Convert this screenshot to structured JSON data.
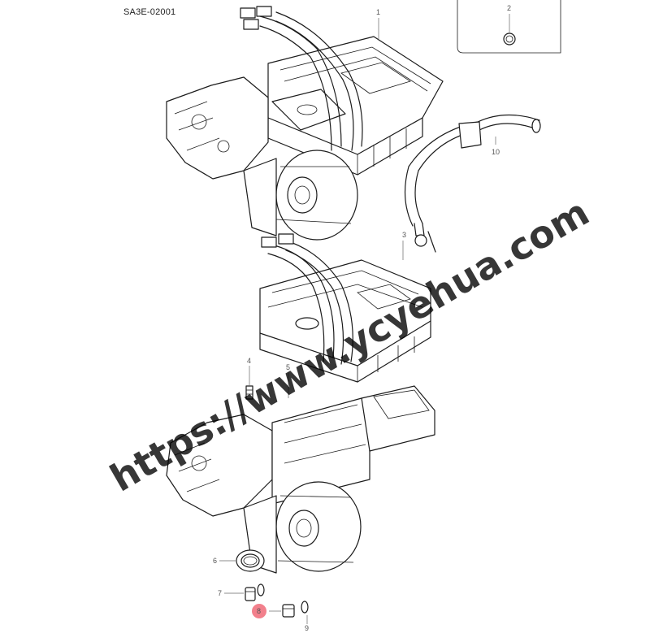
{
  "diagram": {
    "code": "SA3E-02001",
    "callouts": [
      "1",
      "2",
      "3",
      "4",
      "5",
      "6",
      "7",
      "8",
      "9",
      "10"
    ],
    "highlight_color": "#f06a78",
    "highlighted_callout": "8"
  },
  "watermark": {
    "text": "https://www.ycyehua.com"
  }
}
